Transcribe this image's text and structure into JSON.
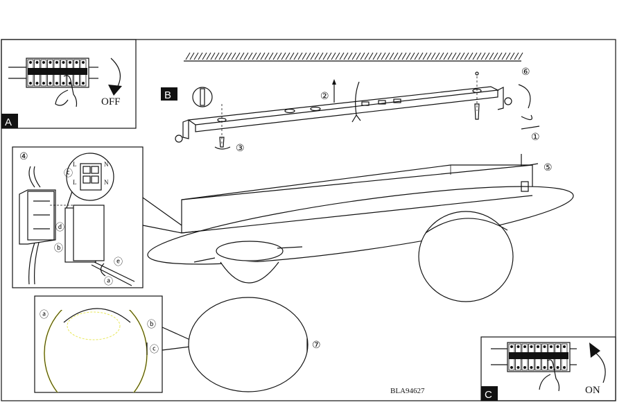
{
  "steps": {
    "panel_a": {
      "letter": "A",
      "switch_label": "OFF"
    },
    "panel_b": {
      "letter": "B",
      "step1": "①",
      "step2": "②",
      "step3": "③",
      "step5": "⑤",
      "step6": "⑥"
    },
    "panel_c": {
      "letter": "C",
      "switch_label": "ON"
    },
    "wiring": {
      "step4": "④",
      "sub_a": "ⓐ",
      "sub_b": "ⓑ",
      "sub_c": "ⓒ",
      "sub_d": "ⓓ",
      "sub_e": "ⓔ",
      "live_top": "L",
      "neutral_top": "N",
      "live_bottom": "L",
      "neutral_bottom": "N"
    },
    "bulb": {
      "sub_a": "ⓐ",
      "sub_b": "ⓑ",
      "sub_c": "ⓒ",
      "step7": "⑦"
    }
  },
  "model_code": "BLA94627",
  "colors": {
    "highlight": "#e8e85a",
    "ink": "#111111"
  }
}
